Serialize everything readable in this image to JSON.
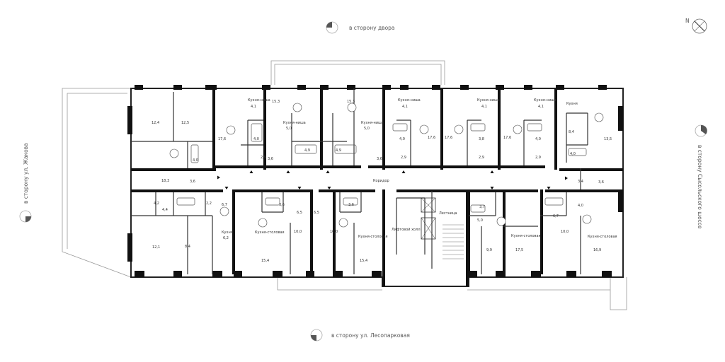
{
  "directions": {
    "top": "в сторону двора",
    "bottom": "в сторону ул. Лесопарковая",
    "left": "в сторону ул. Жакова",
    "right": "в сторону Сысольского шоссе"
  },
  "compass": {
    "label": "N"
  },
  "colors": {
    "wall": "#111111",
    "line": "#444444",
    "sun": "#555555"
  },
  "corridor_label": "Коридор",
  "core": {
    "lift_hall": "Лифтовой холл",
    "stairs": "Лестница"
  },
  "rooms": [
    "12,4",
    "12,5",
    "18,3",
    "4,0",
    "3,6",
    "17,6",
    "Кухня-ниша",
    "4,1",
    "4,0",
    "2,9",
    "15,3",
    "Кухня-ниша",
    "5,0",
    "4,9",
    "3,6",
    "15,3",
    "Кухня-ниша",
    "5,0",
    "4,9",
    "3,6",
    "Кухня-ниша",
    "4,1",
    "4,0",
    "17,6",
    "2,9",
    "17,6",
    "Кухня-ниша",
    "4,1",
    "3,8",
    "2,9",
    "17,6",
    "Кухня-ниша",
    "4,1",
    "4,0",
    "2,9",
    "Кухня",
    "8,4",
    "13,5",
    "4,0",
    "3,4",
    "3,6",
    "4,2",
    "4,4",
    "2,2",
    "6,7",
    "12,1",
    "8,4",
    "Кухня",
    "6,2",
    "Кухня-столовая",
    "15,4",
    "3,6",
    "6,5",
    "10,0",
    "6,5",
    "10,0",
    "3,6",
    "Кухня-столовая",
    "15,4",
    "3,7",
    "5,0",
    "9,9",
    "Кухня-столовая",
    "17,5",
    "6,7",
    "10,0",
    "4,0",
    "Кухня-столовая",
    "16,9"
  ]
}
